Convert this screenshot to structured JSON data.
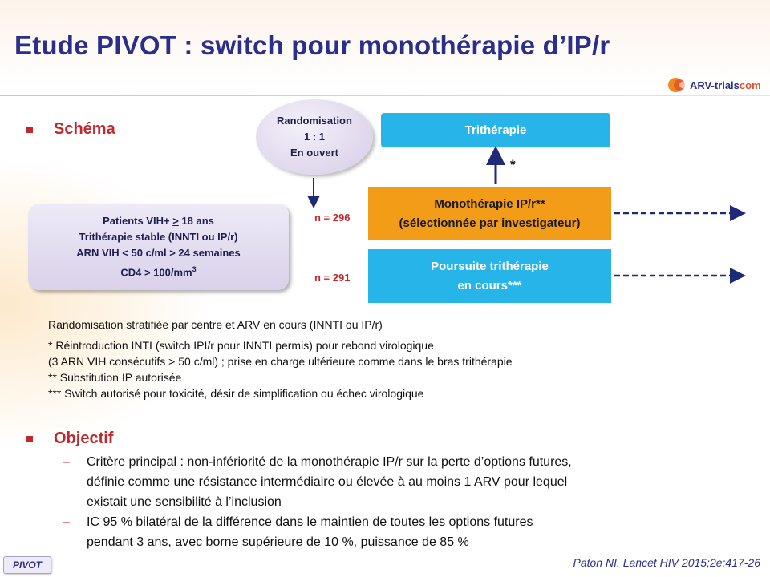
{
  "title": "Etude PIVOT : switch pour monothérapie d’IP/r",
  "logo": {
    "brand": "ARV-trials",
    "suffix": "com"
  },
  "schema": {
    "heading": "Schéma",
    "randomisation": [
      "Randomisation",
      "1 : 1",
      "En ouvert"
    ],
    "patients": {
      "line1_pre": "Patients VIH+ ",
      "line1_u": ">",
      "line1_post": " 18 ans",
      "line2": "Trithérapie stable (INNTI ou IP/r)",
      "line3": "ARN VIH < 50 c/ml > 24 semaines",
      "line4_pre": "CD4 > 100/mm",
      "line4_sup": "3"
    },
    "tritherapie": "Trithérapie",
    "star": "*",
    "mono": [
      "Monothérapie  IP/r**",
      "(sélectionnée par investigateur)"
    ],
    "poursuite": [
      "Poursuite trithérapie",
      "en cours***"
    ],
    "n_mono": "n = 296",
    "n_poursuite": "n = 291"
  },
  "notes": {
    "stratif": "Randomisation stratifiée par centre et ARV en cours (INNTI ou IP/r)",
    "lines": [
      "* Réintroduction INTI (switch IPI/r pour INNTI permis) pour rebond virologique",
      "(3 ARN VIH consécutifs > 50 c/ml) ; prise en charge ultérieure comme dans le bras trithérapie",
      "** Substitution IP autorisée",
      "*** Switch autorisé pour toxicité, désir de simplification ou échec virologique"
    ]
  },
  "objectif": {
    "heading": "Objectif",
    "items": [
      {
        "dash": "–",
        "lines": [
          "Critère principal : non-infériorité de la monothérapie IP/r sur la perte d’options futures,",
          "définie comme une résistance intermédiaire ou élevée à au moins 1 ARV pour lequel",
          "existait une sensibilité à l’inclusion"
        ]
      },
      {
        "dash": "–",
        "lines": [
          "IC 95 % bilatéral de la différence dans le maintien de toutes les options futures",
          "pendant 3 ans, avec borne supérieure de 10 %, puissance de 85 %"
        ]
      }
    ]
  },
  "footer": {
    "badge": "PIVOT",
    "reference": "Paton NI. Lancet HIV 2015;2e:417-26"
  },
  "colors": {
    "title": "#2b2f8c",
    "accent_red": "#c0282d",
    "blue_box": "#27b4e8",
    "orange_box": "#f39c18",
    "arrow_navy": "#1e2a78"
  }
}
